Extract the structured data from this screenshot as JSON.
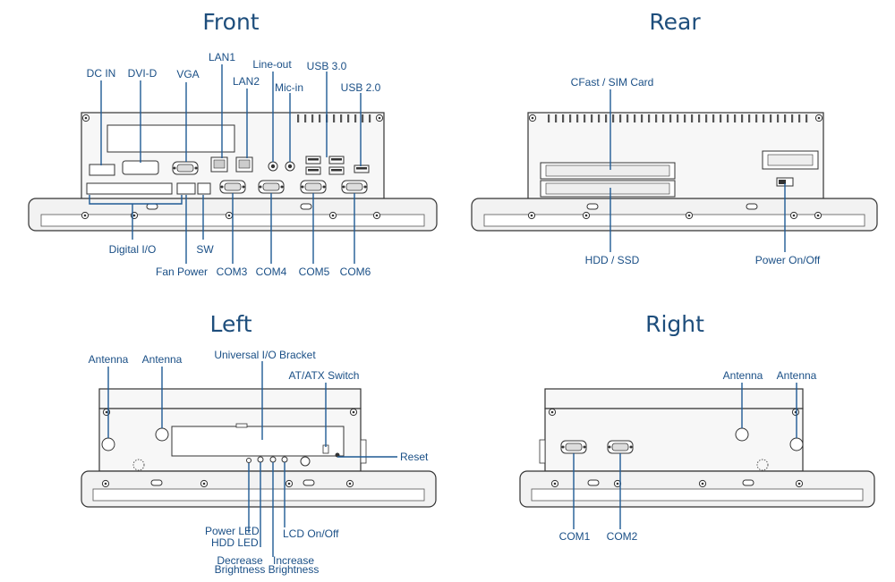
{
  "titles": {
    "front": "Front",
    "rear": "Rear",
    "left": "Left",
    "right": "Right"
  },
  "front": {
    "dc_in": "DC IN",
    "dvi_d": "DVI-D",
    "vga": "VGA",
    "lan1": "LAN1",
    "lan2": "LAN2",
    "line_out": "Line-out",
    "mic_in": "Mic-in",
    "usb3": "USB 3.0",
    "usb2": "USB 2.0",
    "digital_io": "Digital I/O",
    "sw": "SW",
    "fan_power": "Fan Power",
    "com3": "COM3",
    "com4": "COM4",
    "com5": "COM5",
    "com6": "COM6"
  },
  "rear": {
    "cfast_sim": "CFast / SIM Card",
    "hdd_ssd": "HDD / SSD",
    "power_onoff": "Power On/Off"
  },
  "left": {
    "antenna_1": "Antenna",
    "antenna_2": "Antenna",
    "io_bracket": "Universal I/O Bracket",
    "at_atx": "AT/ATX Switch",
    "reset": "Reset",
    "power_led": "Power LED",
    "hdd_led": "HDD LED",
    "decrease_1": "Decrease",
    "decrease_2": "Brightness",
    "increase_1": "Increase",
    "increase_2": "Brightness",
    "lcd_onoff": "LCD On/Off"
  },
  "right": {
    "antenna_1": "Antenna",
    "antenna_2": "Antenna",
    "com1": "COM1",
    "com2": "COM2"
  },
  "colors": {
    "title": "#1e4e7c",
    "label": "#1a4f86",
    "leader": "#1f5a94",
    "outline": "#333333"
  }
}
